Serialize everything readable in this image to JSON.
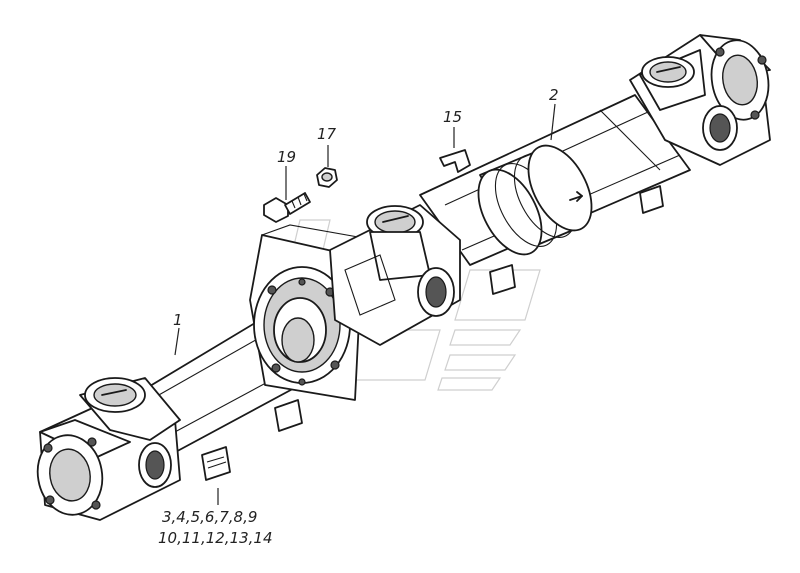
{
  "diagram": {
    "callouts": [
      {
        "id": "c1",
        "label": "1"
      },
      {
        "id": "c2",
        "label": "2"
      },
      {
        "id": "c15",
        "label": "15"
      },
      {
        "id": "c17",
        "label": "17"
      },
      {
        "id": "c19",
        "label": "19"
      },
      {
        "id": "c_multi_line1",
        "label": "3,4,5,6,7,8,9"
      },
      {
        "id": "c_multi_line2",
        "label": "10,11,12,13,14"
      }
    ]
  }
}
